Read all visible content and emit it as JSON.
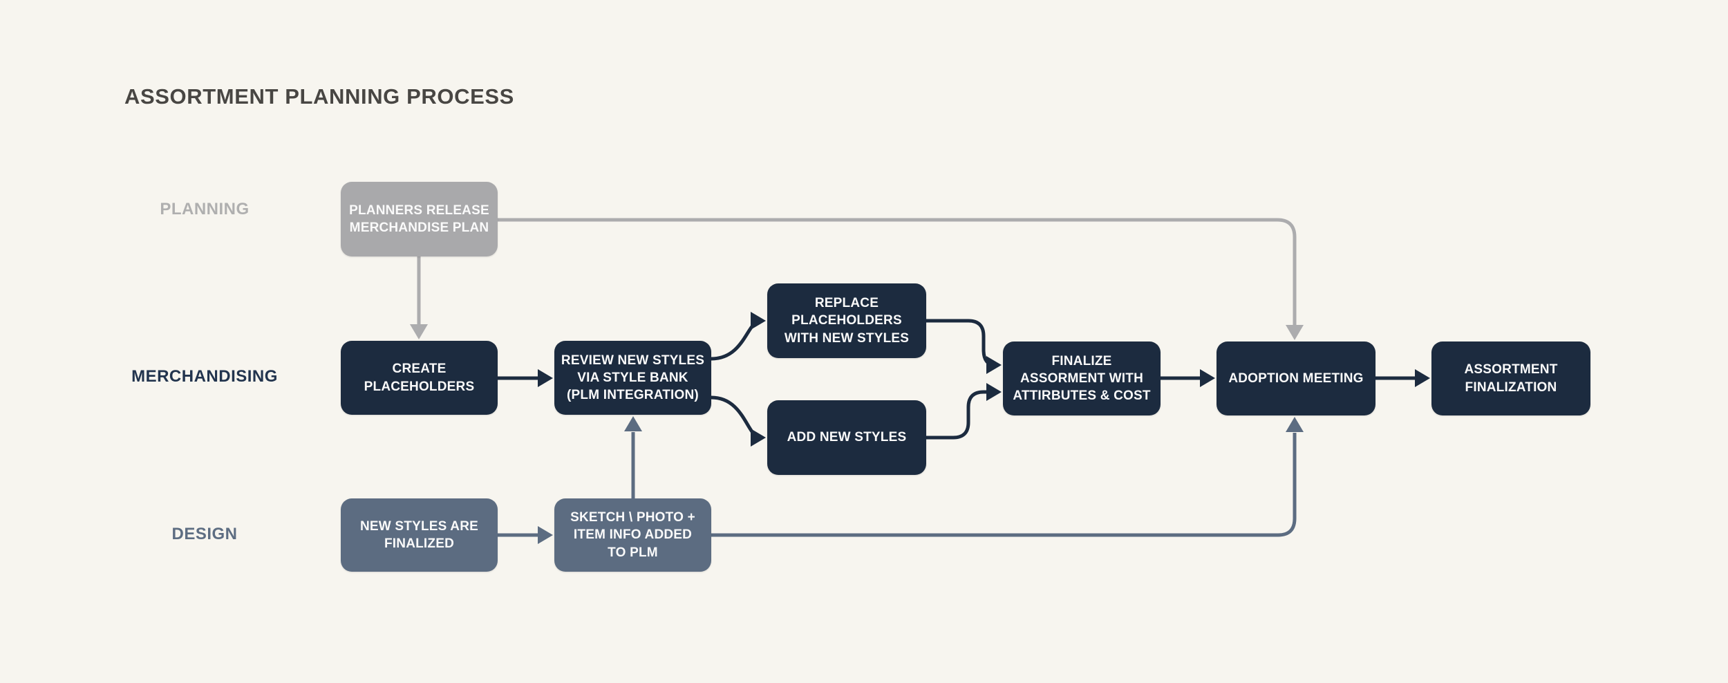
{
  "title": "ASSORTMENT PLANNING PROCESS",
  "lanes": {
    "planning": {
      "label": "PLANNING"
    },
    "merchandising": {
      "label": "MERCHANDISING"
    },
    "design": {
      "label": "DESIGN"
    }
  },
  "nodes": {
    "planners_release": {
      "label": "PLANNERS RELEASE MERCHANDISE PLAN",
      "lane": "PLANNING",
      "color": "#A9A9AB"
    },
    "create_placeholders": {
      "label": "CREATE PLACEHOLDERS",
      "lane": "MERCHANDISING",
      "color": "#1C2B3F"
    },
    "review_new_styles": {
      "label": "REVIEW NEW STYLES VIA STYLE BANK (PLM INTEGRATION)",
      "lane": "MERCHANDISING",
      "color": "#1C2B3F"
    },
    "replace_placeholders": {
      "label": "REPLACE PLACEHOLDERS WITH NEW STYLES",
      "lane": "MERCHANDISING",
      "color": "#1C2B3F"
    },
    "add_new_styles": {
      "label": "ADD NEW STYLES",
      "lane": "MERCHANDISING",
      "color": "#1C2B3F"
    },
    "finalize_assortment": {
      "label": "FINALIZE ASSORMENT WITH ATTIRBUTES & COST",
      "lane": "MERCHANDISING",
      "color": "#1C2B3F"
    },
    "adoption_meeting": {
      "label": "ADOPTION MEETING",
      "lane": "MERCHANDISING",
      "color": "#1C2B3F"
    },
    "assortment_finalization": {
      "label": "ASSORTMENT FINALIZATION",
      "lane": "MERCHANDISING",
      "color": "#1C2B3F"
    },
    "new_styles_finalized": {
      "label": "NEW STYLES ARE FINALIZED",
      "lane": "DESIGN",
      "color": "#5C6C81"
    },
    "sketch_photo": {
      "label": "SKETCH \\ PHOTO + ITEM INFO ADDED TO PLM",
      "lane": "DESIGN",
      "color": "#5C6C81"
    }
  },
  "edges": [
    {
      "from": "planners_release",
      "to": "create_placeholders",
      "color": "gray"
    },
    {
      "from": "planners_release",
      "to": "adoption_meeting",
      "color": "gray"
    },
    {
      "from": "create_placeholders",
      "to": "review_new_styles",
      "color": "navy"
    },
    {
      "from": "review_new_styles",
      "to": "replace_placeholders",
      "color": "navy"
    },
    {
      "from": "review_new_styles",
      "to": "add_new_styles",
      "color": "navy"
    },
    {
      "from": "replace_placeholders",
      "to": "finalize_assortment",
      "color": "navy"
    },
    {
      "from": "add_new_styles",
      "to": "finalize_assortment",
      "color": "navy"
    },
    {
      "from": "finalize_assortment",
      "to": "adoption_meeting",
      "color": "navy"
    },
    {
      "from": "adoption_meeting",
      "to": "assortment_finalization",
      "color": "navy"
    },
    {
      "from": "new_styles_finalized",
      "to": "sketch_photo",
      "color": "slate"
    },
    {
      "from": "sketch_photo",
      "to": "review_new_styles",
      "color": "slate"
    },
    {
      "from": "sketch_photo",
      "to": "adoption_meeting",
      "color": "slate"
    }
  ],
  "colors": {
    "background": "#F7F5EF",
    "navy": "#1C2B3F",
    "slate": "#5C6C81",
    "gray": "#A9A9AB",
    "connector_gray": "#ACACAE",
    "title_text": "#484643",
    "lane_planning_text": "#AFAFAF",
    "lane_merchandising_text": "#22344E",
    "lane_design_text": "#5D6D82",
    "node_text": "#FAFAFA"
  }
}
